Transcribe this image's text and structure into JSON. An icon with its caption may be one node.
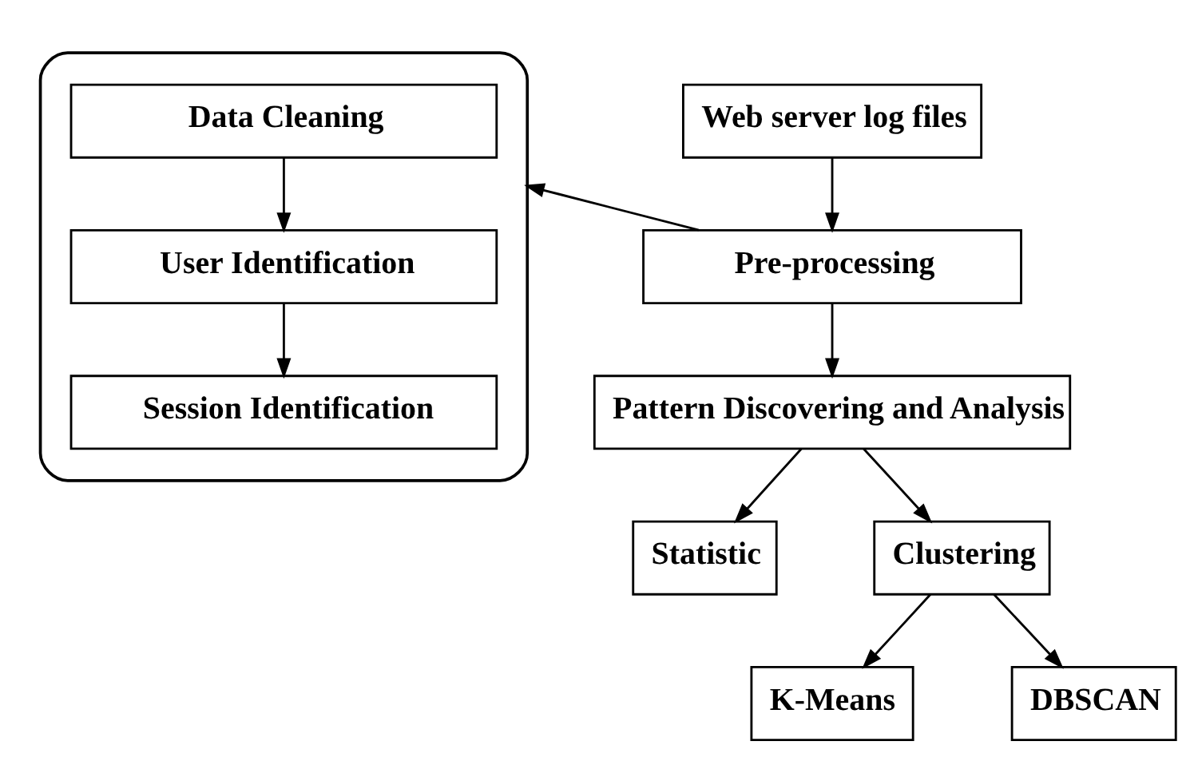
{
  "diagram": {
    "nodes": [
      {
        "text": [
          "Web server log files"
        ]
      },
      {
        "text": [
          "Pre-processing"
        ]
      },
      {
        "text": [],
        "shape": "box"
      },
      {
        "text": [
          "Data Cleaning"
        ],
        "in": 2
      },
      {
        "text": [
          "User Identification"
        ],
        "in": 2
      },
      {
        "text": [
          "Session Identification"
        ],
        "in": 2
      },
      {
        "text": [
          "Pattern Discovering and Analysis"
        ]
      },
      {
        "text": [
          "Statistic"
        ]
      },
      {
        "text": [
          "Clustering"
        ]
      },
      {
        "text": [
          "K-Means"
        ]
      },
      {
        "text": [
          "DBSCAN"
        ]
      }
    ],
    "edges": [
      {
        "from": 0,
        "to": 1,
        "arrow": "to"
      },
      {
        "from": 1,
        "to": 2,
        "arrow": "to"
      },
      {
        "from": 3,
        "to": 4,
        "arrow": "to"
      },
      {
        "from": 4,
        "to": 5,
        "arrow": "to"
      },
      {
        "from": 1,
        "to": 6,
        "arrow": "to"
      },
      {
        "from": 6,
        "to": 7,
        "arrow": "to"
      },
      {
        "from": 6,
        "to": 8,
        "arrow": "to"
      },
      {
        "from": 8,
        "to": 9,
        "arrow": "to"
      },
      {
        "from": 8,
        "to": 10,
        "arrow": "to"
      }
    ]
  }
}
